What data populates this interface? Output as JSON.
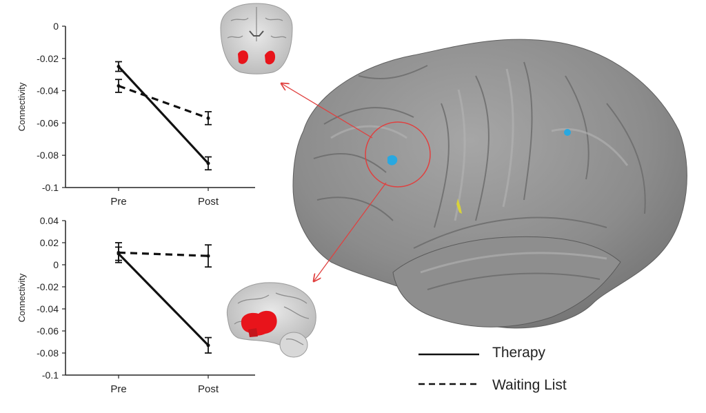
{
  "chart_data": [
    {
      "type": "line",
      "ylabel": "Connectivity",
      "categories": [
        "Pre",
        "Post"
      ],
      "ylim": [
        -0.1,
        0
      ],
      "yticks": [
        "0",
        "-0.02",
        "-0.04",
        "-0.06",
        "-0.08",
        "-0.1"
      ],
      "series": [
        {
          "name": "Therapy",
          "style": "solid",
          "values": [
            -0.025,
            -0.085
          ],
          "errors": [
            0.003,
            0.004
          ]
        },
        {
          "name": "Waiting List",
          "style": "dashed",
          "values": [
            -0.037,
            -0.057
          ],
          "errors": [
            0.004,
            0.004
          ]
        }
      ]
    },
    {
      "type": "line",
      "ylabel": "Connectivity",
      "categories": [
        "Pre",
        "Post"
      ],
      "ylim": [
        -0.1,
        0.04
      ],
      "yticks": [
        "0.04",
        "0.02",
        "0",
        "-0.02",
        "-0.04",
        "-0.06",
        "-0.08",
        "-0.1"
      ],
      "series": [
        {
          "name": "Therapy",
          "style": "solid",
          "values": [
            0.01,
            -0.073
          ],
          "errors": [
            0.006,
            0.007
          ]
        },
        {
          "name": "Waiting List",
          "style": "dashed",
          "values": [
            0.011,
            0.008
          ],
          "errors": [
            0.009,
            0.01
          ]
        }
      ]
    }
  ],
  "legend": {
    "items": [
      {
        "label": "Therapy",
        "style": "solid"
      },
      {
        "label": "Waiting List",
        "style": "dashed"
      }
    ]
  },
  "colors": {
    "line": "#111111",
    "arrow": "#e0403f",
    "roi_red": "#e8141b",
    "roi_blue": "#29a8e0",
    "roi_yellow": "#d8d23a",
    "brain_gray": "#8a8a8a"
  }
}
